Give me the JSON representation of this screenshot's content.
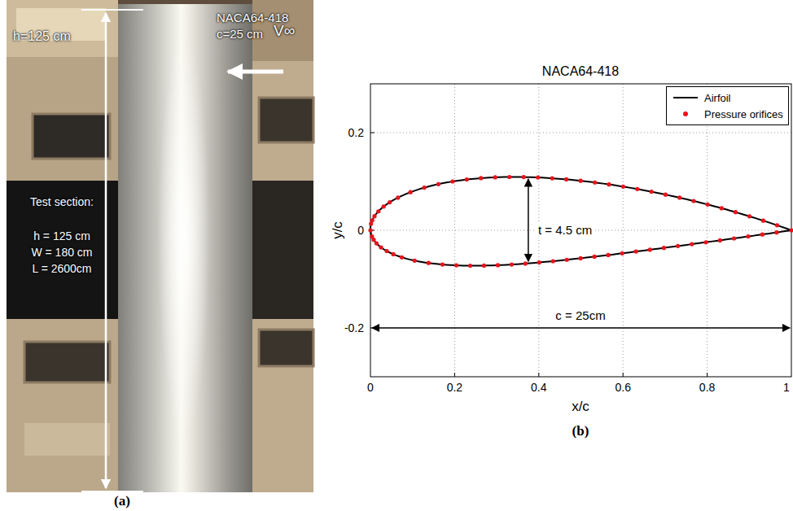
{
  "diagram": {
    "title": "NACA64-418",
    "labels": [
      "h=125 cm",
      "NACA64-418",
      "c=25 cm",
      "V∞",
      "Test section:",
      "h = 125 cm",
      "W = 180 cm",
      "L = 2600cm",
      "(a)",
      "y/c",
      "x/c",
      "t = 4.5 cm",
      "c = 25cm",
      "0.2",
      "0",
      "-0.2",
      "0",
      "0.2",
      "0.4",
      "0.6",
      "0.8",
      "1",
      "(b)"
    ],
    "legend": [
      {
        "text": "Airfoil"
      },
      {
        "text": "Pressure orifices"
      }
    ]
  }
}
